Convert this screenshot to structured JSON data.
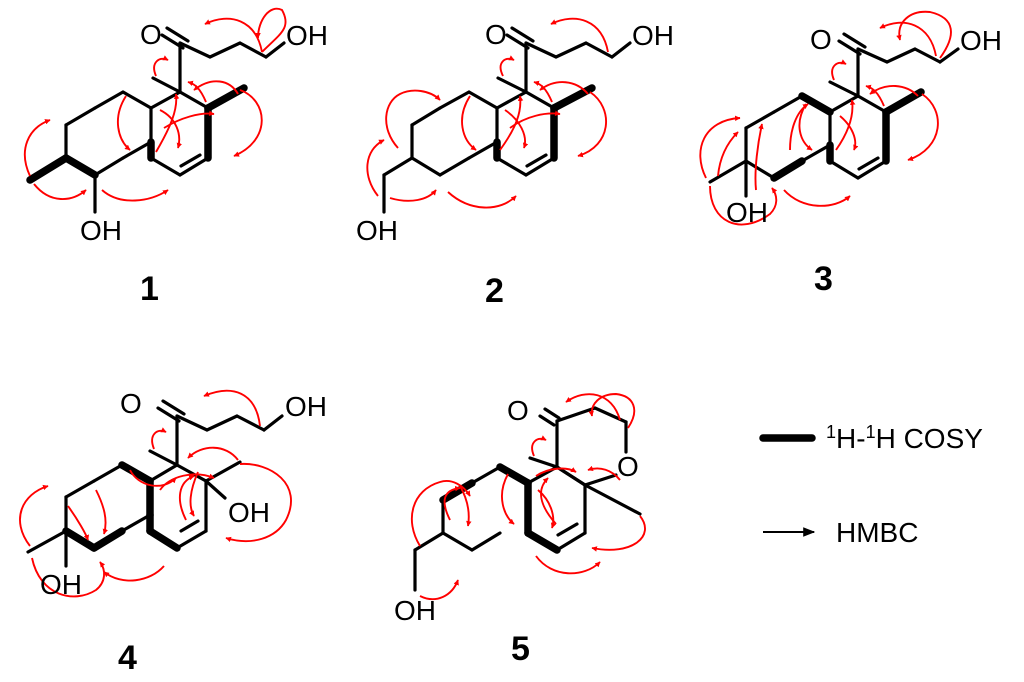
{
  "colors": {
    "bond": "#000000",
    "hmbc_arrow": "#ff0000",
    "background": "#ffffff"
  },
  "compounds": [
    {
      "id": "1",
      "labels": {
        "oxo": "O",
        "side_oh": "OH",
        "ring_oh": "OH"
      }
    },
    {
      "id": "2",
      "labels": {
        "oxo": "O",
        "side_oh": "OH",
        "ring_oh": "OH"
      }
    },
    {
      "id": "3",
      "labels": {
        "oxo": "O",
        "side_oh": "OH",
        "ring_oh": "OH"
      }
    },
    {
      "id": "4",
      "labels": {
        "oxo": "O",
        "side_oh": "OH",
        "ring_oh": "OH",
        "ring_oh_2": "OH"
      }
    },
    {
      "id": "5",
      "labels": {
        "oxo": "O",
        "ring_o": "O",
        "ring_oh": "OH"
      }
    }
  ],
  "legend": {
    "cosy": {
      "sup1": "1",
      "h1": "H-",
      "sup2": "1",
      "h2": "H COSY"
    },
    "hmbc": {
      "label": "HMBC"
    }
  }
}
